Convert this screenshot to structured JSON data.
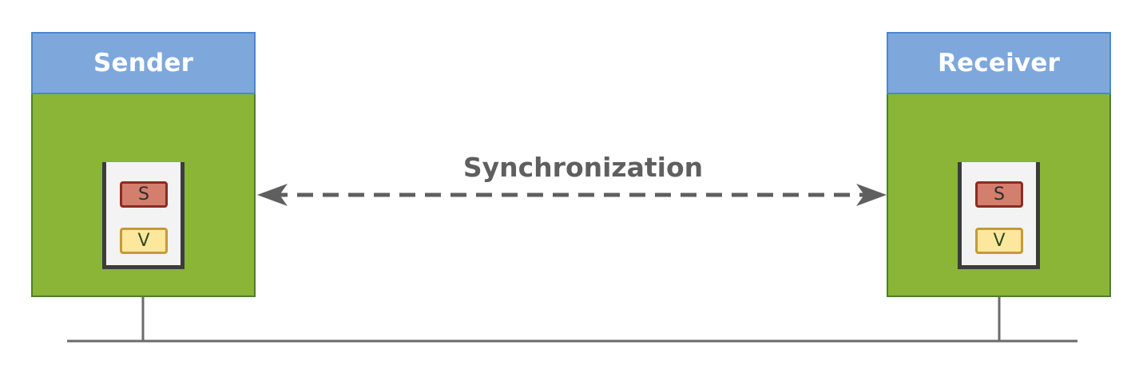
{
  "sender": {
    "title": "Sender",
    "badge_s": "S",
    "badge_v": "V"
  },
  "receiver": {
    "title": "Receiver",
    "badge_s": "S",
    "badge_v": "V"
  },
  "connection": {
    "label": "Synchronization",
    "style": "dashed",
    "direction": "bidirectional"
  },
  "colors": {
    "header_fill": "#7ea8dc",
    "header_border": "#4a86d0",
    "body_fill": "#8ab536",
    "body_border": "#4e7f2a",
    "badge_s_fill": "#d47e6e",
    "badge_v_fill": "#fce79d",
    "line": "#666666"
  }
}
